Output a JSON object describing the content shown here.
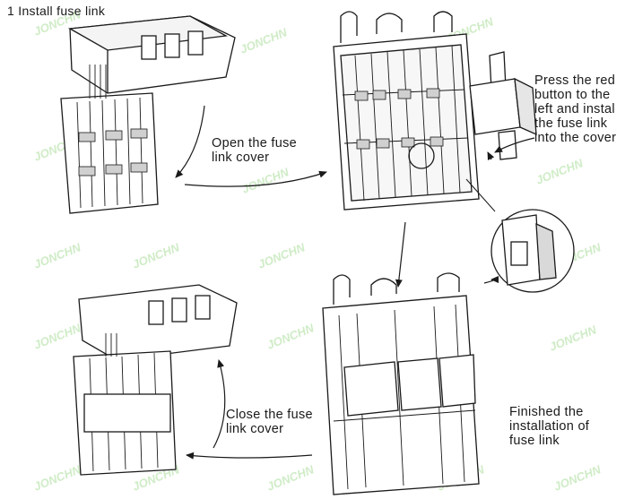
{
  "title": "1  Install fuse link",
  "watermark": "JONCHN",
  "labels": {
    "open_cover": "Open the fuse\nlink cover",
    "press_button": "Press the red\nbutton to the\nleft and instal\nthe fuse link\ninto the cover",
    "close_cover": "Close the fuse\nlink cover",
    "finished": "Finished the\ninstallation of\nfuse link"
  },
  "colors": {
    "line": "#1a1a1a",
    "fill": "#ffffff",
    "shade": "#d9d9d9",
    "watermark": "#bfe6b4"
  }
}
